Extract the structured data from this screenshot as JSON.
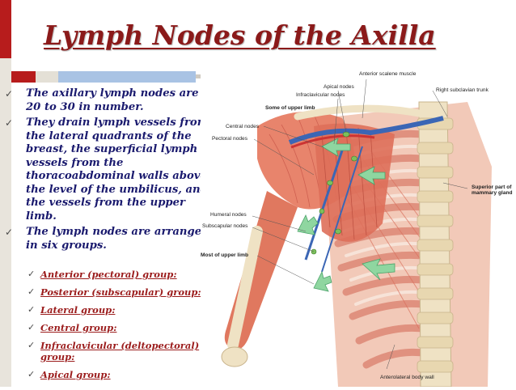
{
  "title": "Lymph Nodes of the Axilla",
  "bullets": [
    "The axillary lymph nodes are 20 to 30 in number.",
    "They  drain lymph vessels from the lateral quadrants of the breast, the superficial lymph vessels from the thoracoabdominal walls above the level of the umbilicus, and the vessels from the upper limb.",
    "The lymph nodes are arranged in six groups."
  ],
  "groups": [
    "Anterior (pectoral) group:",
    "Posterior (subscapular) group:",
    "Lateral group:",
    "Central group:",
    "Infraclavicular (deltopectoral) group:",
    "Apical group:"
  ],
  "figure_labels": {
    "anterior_scalene": "Anterior scalene muscle",
    "apical_nodes": "Apical nodes",
    "right_subclavian": "Right subclavian trunk",
    "infraclavicular_nodes": "Infraclavicular nodes",
    "some_upper_limb": "Some of upper limb",
    "central_nodes": "Central nodes",
    "pectoral_nodes": "Pectoral nodes",
    "superior_mammary": "Superior part of mammary gland",
    "humeral_nodes": "Humeral nodes",
    "subscapular_nodes": "Subscapular nodes",
    "most_upper_limb": "Most of upper limb",
    "anterolateral_wall": "Anterolateral body wall"
  },
  "colors": {
    "title": "#8b1a1a",
    "bullet_text": "#1a1a6e",
    "group_text": "#9b1c1c",
    "accent_red": "#b71c1c",
    "accent_blue": "#a9c3e4"
  }
}
